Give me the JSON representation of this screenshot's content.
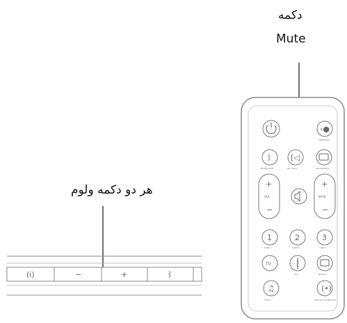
{
  "callouts": {
    "mute_line1": "دکمه",
    "mute_line2": "Mute",
    "volume": "هر دو دکمه ولوم"
  },
  "remote": {
    "labels": {
      "feedback": "FEEDBACK",
      "bluetooth": "BLUETOOTH",
      "optical_dummy": "OPT  DUO",
      "soundshift": "SOUNDSHIFT",
      "vol": "VOL",
      "bass": "BASS",
      "tune1": "TUNE 1",
      "tune2": "TUNE 2",
      "tune3": "TUNE 3",
      "tv": "TV",
      "aux": "AUX",
      "optical": "OPTICAL",
      "music": "MUSIC",
      "virtual_surround": "VIRTUAL SURROUND"
    }
  },
  "soundbar": {
    "buttons": [
      "(i)",
      "−",
      "+",
      "ᛒ"
    ]
  }
}
